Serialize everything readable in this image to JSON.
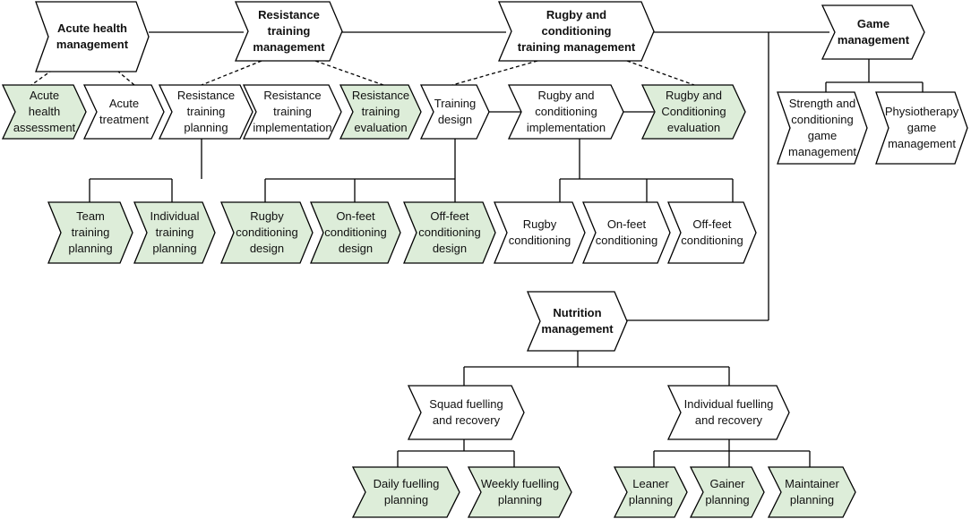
{
  "colors": {
    "highlight_fill": "#DDEDD9",
    "plain_fill": "#FFFFFF",
    "stroke": "#000000",
    "text": "#111111"
  },
  "nodes": {
    "acute_health_management": {
      "label": "Acute health\nmanagement",
      "style": "plain",
      "weight": "bold"
    },
    "resistance_training_management": {
      "label": "Resistance\ntraining\nmanagement",
      "style": "plain",
      "weight": "bold"
    },
    "rugby_conditioning_training_management": {
      "label": "Rugby and\nconditioning\ntraining management",
      "style": "plain",
      "weight": "bold"
    },
    "game_management": {
      "label": "Game\nmanagement",
      "style": "plain",
      "weight": "bold"
    },
    "acute_health_assessment": {
      "label": "Acute health\nassessment",
      "style": "highlight"
    },
    "acute_treatment": {
      "label": "Acute\ntreatment",
      "style": "plain"
    },
    "resistance_training_planning": {
      "label": "Resistance\ntraining\nplanning",
      "style": "plain"
    },
    "resistance_training_implementation": {
      "label": "Resistance\ntraining\nimplementation",
      "style": "plain"
    },
    "resistance_training_evaluation": {
      "label": "Resistance\ntraining\nevaluation",
      "style": "highlight"
    },
    "training_design": {
      "label": "Training\ndesign",
      "style": "plain"
    },
    "rugby_conditioning_implementation": {
      "label": "Rugby and\nconditioning\nimplementation",
      "style": "plain"
    },
    "rugby_conditioning_evaluation": {
      "label": "Rugby and\nConditioning\nevaluation",
      "style": "highlight"
    },
    "strength_conditioning_game_management": {
      "label": "Strength and\nconditioning\ngame\nmanagement",
      "style": "plain"
    },
    "physiotherapy_game_management": {
      "label": "Physiotherapy\ngame\nmanagement",
      "style": "plain"
    },
    "team_training_planning": {
      "label": "Team\ntraining\nplanning",
      "style": "highlight"
    },
    "individual_training_planning": {
      "label": "Individual\ntraining\nplanning",
      "style": "highlight"
    },
    "rugby_conditioning_design": {
      "label": "Rugby\nconditioning\ndesign",
      "style": "highlight"
    },
    "on_feet_conditioning_design": {
      "label": "On-feet\nconditioning\ndesign",
      "style": "highlight"
    },
    "off_feet_conditioning_design": {
      "label": "Off-feet\nconditioning\ndesign",
      "style": "highlight"
    },
    "rugby_conditioning": {
      "label": "Rugby\nconditioning",
      "style": "plain"
    },
    "on_feet_conditioning": {
      "label": "On-feet\nconditioning",
      "style": "plain"
    },
    "off_feet_conditioning": {
      "label": "Off-feet\nconditioning",
      "style": "plain"
    },
    "nutrition_management": {
      "label": "Nutrition\nmanagement",
      "style": "plain",
      "weight": "bold"
    },
    "squad_fuelling_recovery": {
      "label": "Squad fuelling\nand recovery",
      "style": "plain"
    },
    "individual_fuelling_recovery": {
      "label": "Individual fuelling\nand recovery",
      "style": "plain"
    },
    "daily_fuelling_planning": {
      "label": "Daily fuelling\nplanning",
      "style": "highlight"
    },
    "weekly_fuelling_planning": {
      "label": "Weekly fuelling\nplanning",
      "style": "highlight"
    },
    "leaner_planning": {
      "label": "Leaner\nplanning",
      "style": "highlight"
    },
    "gainer_planning": {
      "label": "Gainer\nplanning",
      "style": "highlight"
    },
    "maintainer_planning": {
      "label": "Maintainer\nplanning",
      "style": "highlight"
    }
  }
}
